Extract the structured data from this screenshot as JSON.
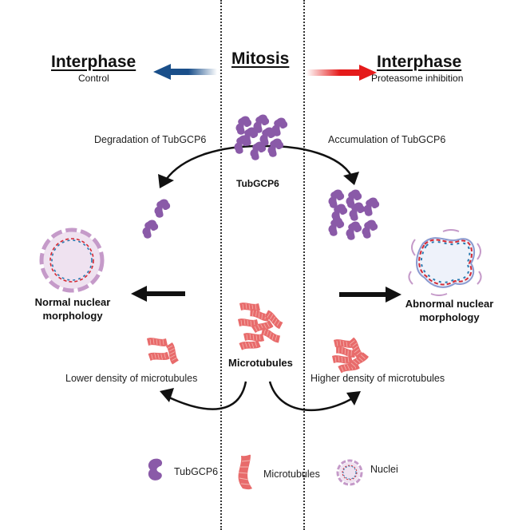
{
  "header": {
    "left_title": "Interphase",
    "left_subtitle": "Control",
    "center_title": "Mitosis",
    "right_title": "Interphase",
    "right_subtitle": "Proteasome inhibition"
  },
  "labels": {
    "degradation": "Degradation of TubGCP6",
    "accumulation": "Accumulation of TubGCP6",
    "tubgcp6_center": "TubGCP6",
    "normal_line1": "Normal nuclear",
    "normal_line2": "morphology",
    "abnormal_line1": "Abnormal nuclear",
    "abnormal_line2": "morphology",
    "microtubules_center": "Microtubules",
    "lower_density": "Lower density of microtubules",
    "higher_density": "Higher density of microtubules"
  },
  "legend": [
    {
      "icon": "tubgcp6-icon",
      "label": "TubGCP6"
    },
    {
      "icon": "microtubule-icon",
      "label": "Microtubules"
    },
    {
      "icon": "nucleus-icon",
      "label": "Nuclei"
    }
  ],
  "colors": {
    "control_arrow": "#1a4f8a",
    "inhibition_arrow": "#e51a1a",
    "tubgcp6": "#8a5aa8",
    "microtubule": "#e86b6b",
    "nucleus_membrane": "#c59ac9",
    "dna_red": "#d42a35",
    "dna_blue": "#2a7ab0"
  }
}
